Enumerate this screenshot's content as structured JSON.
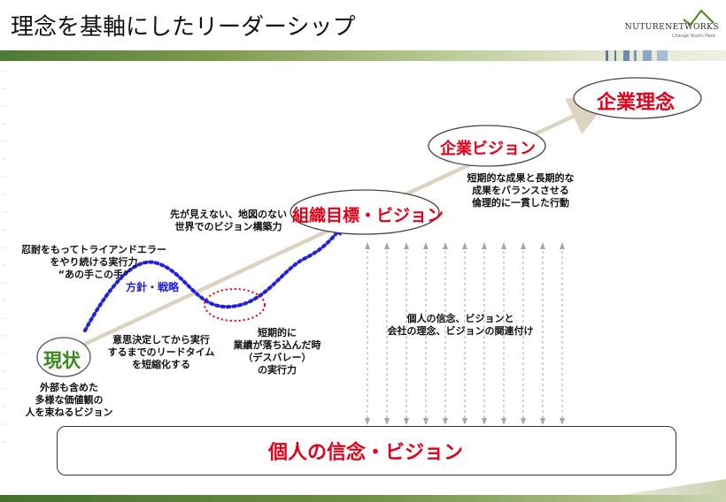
{
  "slide": {
    "title": "理念を基軸にしたリーダーシップ",
    "logo": {
      "text": "NUTURENETWORKS",
      "tagline": "Change Starts Here"
    }
  },
  "nodes": {
    "current": "現状",
    "org_goal": "組織目標・ビジョン",
    "corp_vision": "企業ビジョン",
    "corp_philosophy": "企業理念",
    "foundation": "個人の信念・ビジョン"
  },
  "labels": {
    "perseverance": [
      "忍耐をもってトライアンドエラー",
      "をやり続ける実行力",
      "“あの手この手”"
    ],
    "strategy": "方針・戦略",
    "foresight": [
      "先が見えない、地図のない",
      "世界でのビジョン構築力"
    ],
    "decision": [
      "意思決定してから実行",
      "するまでのリードタイム",
      "を短縮化する"
    ],
    "despair": [
      "短期的に",
      "業績が落ち込んだ時",
      "（デスバレー）",
      "の実行力"
    ],
    "outside": [
      "外部も含めた",
      "多様な価値観の",
      "人を束ねるビジョン"
    ],
    "balance": [
      "短期的な成果と長期的な",
      "成果をバランスさせる",
      "倫理的に一貫した行動"
    ],
    "link": [
      "個人の信念、ビジョンと",
      "会社の理念、ビジョンの関連付け"
    ]
  },
  "colors": {
    "accent_red": "#e3001b",
    "dotted_blue": "#2020e0",
    "node_green": "#3a8a1e",
    "arrow_beige": "#ddd3c1",
    "dashed_gray": "#a6a6a6",
    "valley_red": "#e30000"
  }
}
